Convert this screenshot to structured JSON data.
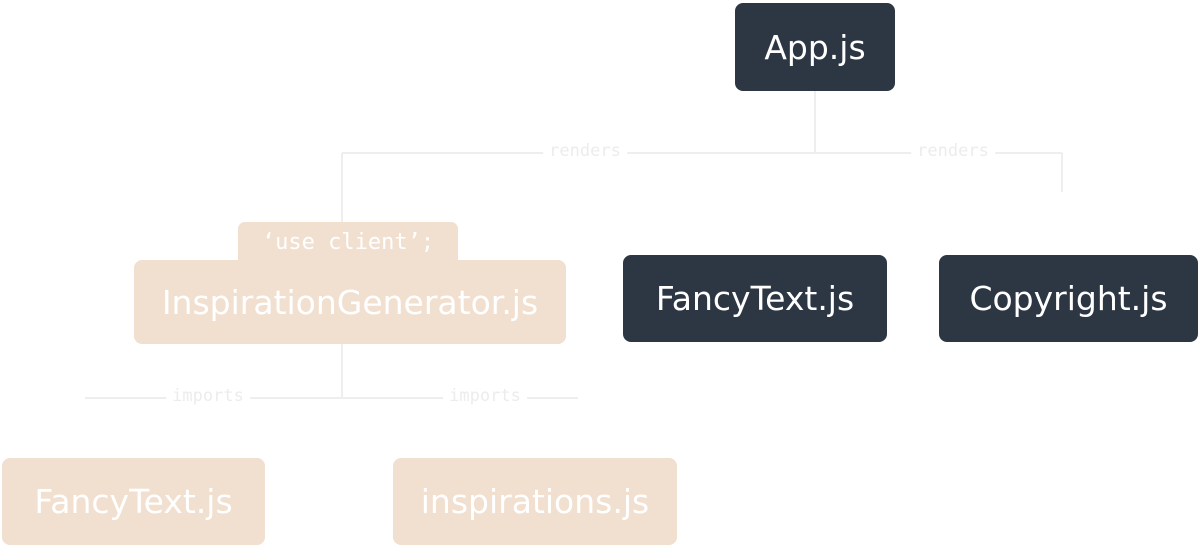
{
  "nodes": {
    "app": {
      "label": "App.js",
      "variant": "server"
    },
    "inspiration_generator": {
      "label": "InspirationGenerator.js",
      "variant": "client",
      "directive": "‘use client’;"
    },
    "fancy_text_server": {
      "label": "FancyText.js",
      "variant": "server"
    },
    "copyright": {
      "label": "Copyright.js",
      "variant": "server"
    },
    "fancy_text_client": {
      "label": "FancyText.js",
      "variant": "client"
    },
    "inspirations": {
      "label": "inspirations.js",
      "variant": "client"
    }
  },
  "edges": {
    "app_to_inspiration_generator": {
      "label": "renders"
    },
    "app_to_copyright": {
      "label": "renders"
    },
    "inspiration_generator_to_fancy_text": {
      "label": "imports"
    },
    "inspiration_generator_to_inspirations": {
      "label": "imports"
    }
  },
  "colors": {
    "server_node": "#2d3643",
    "client_node": "#f1dfcf",
    "node_text": "#ffffff",
    "edge_line": "#eeeeee",
    "edge_label": "#ececec"
  }
}
